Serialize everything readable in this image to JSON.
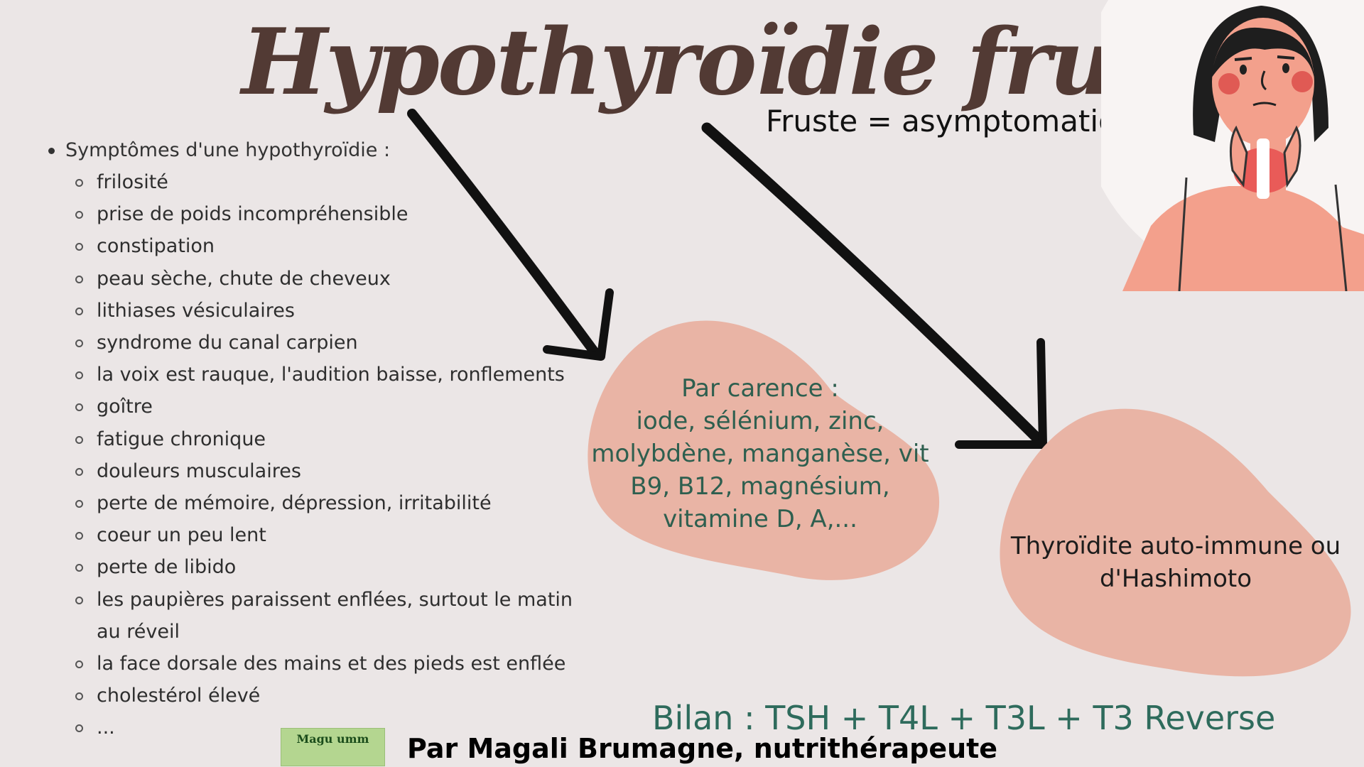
{
  "title": "Hypothyroïdie fruste",
  "subtitle": "Fruste = asymptomatique",
  "symptoms": {
    "heading": "Symptômes d'une hypothyroïdie :",
    "items": [
      "frilosité",
      "prise de poids incompréhensible",
      "constipation",
      "peau sèche, chute de cheveux",
      "lithiases vésiculaires",
      "syndrome du canal carpien",
      "la voix est rauque, l'audition baisse, ronflements",
      "goître",
      "fatigue chronique",
      "douleurs musculaires",
      "perte de mémoire, dépression, irritabilité",
      "coeur un peu lent",
      "perte de libido",
      "les paupières paraissent enflées, surtout le matin au réveil",
      "la face dorsale des mains et des pieds est enflée",
      "cholestérol élevé",
      "..."
    ]
  },
  "causes": {
    "carence": [
      "Par carence :",
      "iode, sélénium, zinc,",
      "molybdène, manganèse, vit",
      "B9, B12, magnésium,",
      "vitamine D, A,..."
    ],
    "autoimmune": [
      "Thyroïdite auto-immune ou",
      "d'Hashimoto"
    ]
  },
  "bilan": "Bilan : TSH + T4L + T3L + T3 Reverse",
  "logo_text": "Magu  umm",
  "author": "Par Magali Brumagne, nutrithérapeute",
  "colors": {
    "background": "#ebe6e6",
    "title": "#523a34",
    "blob": "#e9b4a5",
    "carence_text": "#2e5f4f",
    "bilan_text": "#2e6b5c"
  }
}
